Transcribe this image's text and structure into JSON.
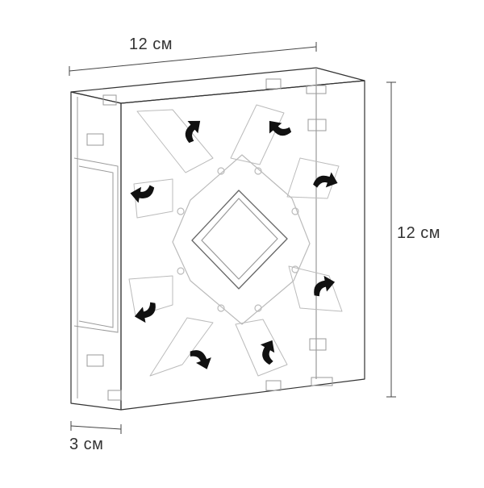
{
  "dimensions": {
    "width_label": "12 см",
    "height_label": "12 см",
    "depth_label": "3 см"
  },
  "arrows": {
    "count": 8,
    "icon": "curved-arrow-icon",
    "color": "#111111"
  },
  "colors": {
    "outline": "#333333",
    "light_outline": "#9a9a9a",
    "background": "#ffffff"
  }
}
